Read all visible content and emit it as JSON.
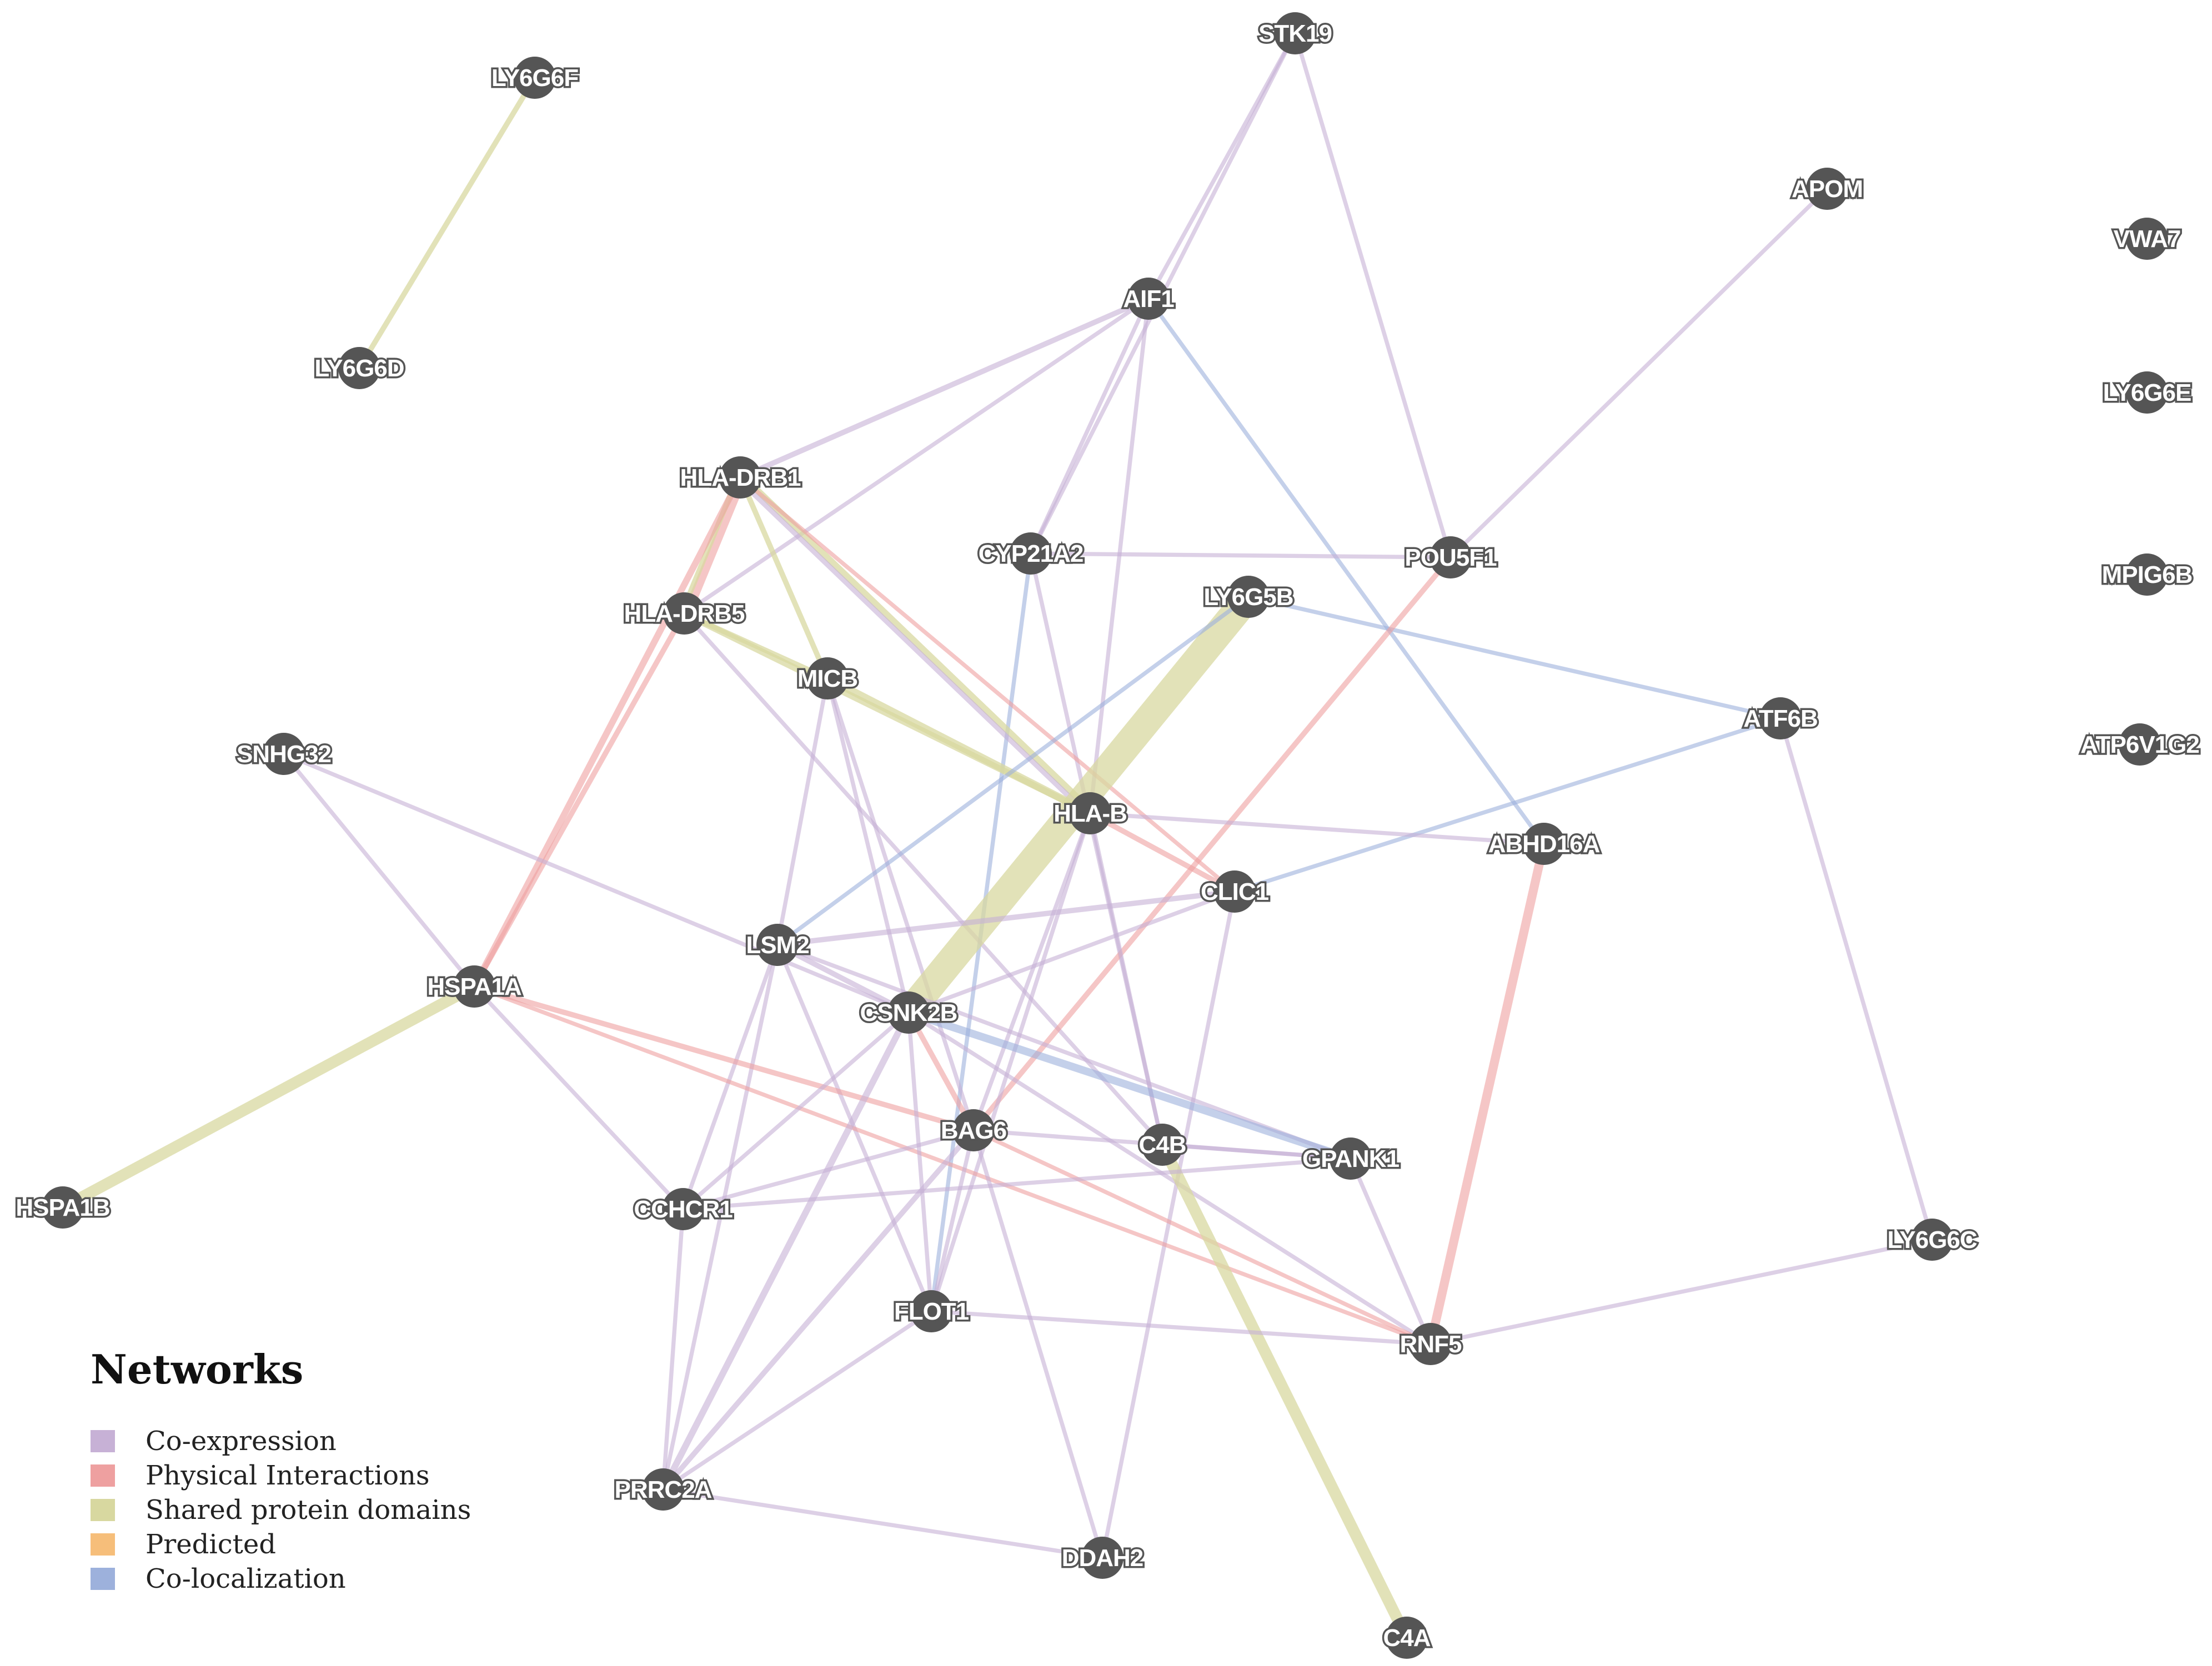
{
  "legend": {
    "title": "Networks",
    "items": [
      {
        "key": "coexp",
        "label": "Co-expression",
        "color": "#c7b1d6"
      },
      {
        "key": "physical",
        "label": "Physical Interactions",
        "color": "#eea0a0"
      },
      {
        "key": "shared",
        "label": "Shared protein domains",
        "color": "#d8d8a0"
      },
      {
        "key": "predicted",
        "label": "Predicted",
        "color": "#f6be7a"
      },
      {
        "key": "coloc",
        "label": "Co-localization",
        "color": "#9db1dc"
      }
    ]
  },
  "node_color": "#555555",
  "nodes": [
    {
      "id": "LY6G6F",
      "label": "LY6G6F"
    },
    {
      "id": "LY6G6D",
      "label": "LY6G6D"
    },
    {
      "id": "STK19",
      "label": "STK19"
    },
    {
      "id": "APOM",
      "label": "APOM"
    },
    {
      "id": "VWA7",
      "label": "VWA7"
    },
    {
      "id": "AIF1",
      "label": "AIF1"
    },
    {
      "id": "LY6G6E",
      "label": "LY6G6E"
    },
    {
      "id": "HLA-DRB1",
      "label": "HLA-DRB1"
    },
    {
      "id": "CYP21A2",
      "label": "CYP21A2"
    },
    {
      "id": "POU5F1",
      "label": "POU5F1"
    },
    {
      "id": "MPIG6B",
      "label": "MPIG6B"
    },
    {
      "id": "LY6G5B",
      "label": "LY6G5B"
    },
    {
      "id": "HLA-DRB5",
      "label": "HLA-DRB5"
    },
    {
      "id": "MICB",
      "label": "MICB"
    },
    {
      "id": "ATF6B",
      "label": "ATF6B"
    },
    {
      "id": "ATP6V1G2",
      "label": "ATP6V1G2"
    },
    {
      "id": "SNHG32",
      "label": "SNHG32"
    },
    {
      "id": "HLA-B",
      "label": "HLA-B"
    },
    {
      "id": "ABHD16A",
      "label": "ABHD16A"
    },
    {
      "id": "CLIC1",
      "label": "CLIC1"
    },
    {
      "id": "LSM2",
      "label": "LSM2"
    },
    {
      "id": "HSPA1A",
      "label": "HSPA1A"
    },
    {
      "id": "CSNK2B",
      "label": "CSNK2B"
    },
    {
      "id": "BAG6",
      "label": "BAG6"
    },
    {
      "id": "C4B",
      "label": "C4B"
    },
    {
      "id": "GPANK1",
      "label": "GPANK1"
    },
    {
      "id": "HSPA1B",
      "label": "HSPA1B"
    },
    {
      "id": "CCHCR1",
      "label": "CCHCR1"
    },
    {
      "id": "LY6G6C",
      "label": "LY6G6C"
    },
    {
      "id": "FLOT1",
      "label": "FLOT1"
    },
    {
      "id": "RNF5",
      "label": "RNF5"
    },
    {
      "id": "PRRC2A",
      "label": "PRRC2A"
    },
    {
      "id": "DDAH2",
      "label": "DDAH2"
    },
    {
      "id": "C4A",
      "label": "C4A"
    }
  ],
  "edges": [
    {
      "source": "LY6G6F",
      "target": "LY6G6D",
      "type": "shared",
      "weight": 3
    },
    {
      "source": "STK19",
      "target": "AIF1",
      "type": "coexp",
      "weight": 2
    },
    {
      "source": "STK19",
      "target": "CYP21A2",
      "type": "coexp",
      "weight": 2
    },
    {
      "source": "STK19",
      "target": "POU5F1",
      "type": "coexp",
      "weight": 2
    },
    {
      "source": "AIF1",
      "target": "HLA-DRB1",
      "type": "coexp",
      "weight": 3
    },
    {
      "source": "AIF1",
      "target": "HLA-DRB5",
      "type": "coexp",
      "weight": 2
    },
    {
      "source": "AIF1",
      "target": "CYP21A2",
      "type": "coexp",
      "weight": 2
    },
    {
      "source": "AIF1",
      "target": "HLA-B",
      "type": "coexp",
      "weight": 2
    },
    {
      "source": "AIF1",
      "target": "ABHD16A",
      "type": "coloc",
      "weight": 2
    },
    {
      "source": "APOM",
      "target": "POU5F1",
      "type": "coexp",
      "weight": 2
    },
    {
      "source": "CYP21A2",
      "target": "POU5F1",
      "type": "coexp",
      "weight": 2
    },
    {
      "source": "CYP21A2",
      "target": "FLOT1",
      "type": "coloc",
      "weight": 2
    },
    {
      "source": "CYP21A2",
      "target": "C4B",
      "type": "coexp",
      "weight": 2
    },
    {
      "source": "HLA-DRB1",
      "target": "HLA-DRB5",
      "type": "physical",
      "weight": 6
    },
    {
      "source": "HLA-DRB1",
      "target": "HLA-DRB5",
      "type": "shared",
      "weight": 3
    },
    {
      "source": "HLA-DRB1",
      "target": "MICB",
      "type": "shared",
      "weight": 3
    },
    {
      "source": "HLA-DRB1",
      "target": "HLA-B",
      "type": "shared",
      "weight": 4
    },
    {
      "source": "HLA-DRB1",
      "target": "HLA-B",
      "type": "coexp",
      "weight": 3
    },
    {
      "source": "HLA-DRB1",
      "target": "HSPA1A",
      "type": "physical",
      "weight": 4
    },
    {
      "source": "HLA-DRB1",
      "target": "CLIC1",
      "type": "physical",
      "weight": 2
    },
    {
      "source": "HLA-DRB5",
      "target": "HLA-B",
      "type": "shared",
      "weight": 4
    },
    {
      "source": "HLA-DRB5",
      "target": "MICB",
      "type": "shared",
      "weight": 3
    },
    {
      "source": "HLA-DRB5",
      "target": "HSPA1A",
      "type": "physical",
      "weight": 3
    },
    {
      "source": "HLA-DRB5",
      "target": "C4B",
      "type": "coexp",
      "weight": 2
    },
    {
      "source": "MICB",
      "target": "HLA-B",
      "type": "shared",
      "weight": 5
    },
    {
      "source": "MICB",
      "target": "LSM2",
      "type": "coexp",
      "weight": 2
    },
    {
      "source": "MICB",
      "target": "CSNK2B",
      "type": "coexp",
      "weight": 2
    },
    {
      "source": "MICB",
      "target": "BAG6",
      "type": "coexp",
      "weight": 2
    },
    {
      "source": "LY6G5B",
      "target": "CSNK2B",
      "type": "shared",
      "weight": 22
    },
    {
      "source": "LY6G5B",
      "target": "LSM2",
      "type": "coloc",
      "weight": 2
    },
    {
      "source": "LY6G5B",
      "target": "ATF6B",
      "type": "coloc",
      "weight": 2
    },
    {
      "source": "POU5F1",
      "target": "BAG6",
      "type": "physical",
      "weight": 3
    },
    {
      "source": "ATF6B",
      "target": "CLIC1",
      "type": "coloc",
      "weight": 2
    },
    {
      "source": "ATF6B",
      "target": "LY6G6C",
      "type": "coexp",
      "weight": 2
    },
    {
      "source": "SNHG32",
      "target": "HSPA1A",
      "type": "coexp",
      "weight": 2
    },
    {
      "source": "SNHG32",
      "target": "CSNK2B",
      "type": "coexp",
      "weight": 2
    },
    {
      "source": "HLA-B",
      "target": "ABHD16A",
      "type": "coexp",
      "weight": 2
    },
    {
      "source": "HLA-B",
      "target": "CLIC1",
      "type": "physical",
      "weight": 3
    },
    {
      "source": "HLA-B",
      "target": "C4B",
      "type": "coexp",
      "weight": 2
    },
    {
      "source": "HLA-B",
      "target": "BAG6",
      "type": "coexp",
      "weight": 2
    },
    {
      "source": "HLA-B",
      "target": "FLOT1",
      "type": "coexp",
      "weight": 2
    },
    {
      "source": "ABHD16A",
      "target": "RNF5",
      "type": "physical",
      "weight": 6
    },
    {
      "source": "CLIC1",
      "target": "LSM2",
      "type": "coexp",
      "weight": 3
    },
    {
      "source": "CLIC1",
      "target": "CSNK2B",
      "type": "coexp",
      "weight": 2
    },
    {
      "source": "CLIC1",
      "target": "DDAH2",
      "type": "coexp",
      "weight": 2
    },
    {
      "source": "LSM2",
      "target": "CSNK2B",
      "type": "coexp",
      "weight": 3
    },
    {
      "source": "LSM2",
      "target": "CCHCR1",
      "type": "coexp",
      "weight": 2
    },
    {
      "source": "LSM2",
      "target": "PRRC2A",
      "type": "coexp",
      "weight": 2
    },
    {
      "source": "LSM2",
      "target": "FLOT1",
      "type": "coexp",
      "weight": 2
    },
    {
      "source": "LSM2",
      "target": "GPANK1",
      "type": "coexp",
      "weight": 2
    },
    {
      "source": "HSPA1A",
      "target": "HSPA1B",
      "type": "shared",
      "weight": 8
    },
    {
      "source": "HSPA1A",
      "target": "BAG6",
      "type": "physical",
      "weight": 3
    },
    {
      "source": "HSPA1A",
      "target": "CCHCR1",
      "type": "coexp",
      "weight": 2
    },
    {
      "source": "HSPA1A",
      "target": "RNF5",
      "type": "physical",
      "weight": 2
    },
    {
      "source": "CSNK2B",
      "target": "BAG6",
      "type": "physical",
      "weight": 3
    },
    {
      "source": "CSNK2B",
      "target": "GPANK1",
      "type": "coloc",
      "weight": 5
    },
    {
      "source": "CSNK2B",
      "target": "CCHCR1",
      "type": "coexp",
      "weight": 2
    },
    {
      "source": "CSNK2B",
      "target": "PRRC2A",
      "type": "coexp",
      "weight": 4
    },
    {
      "source": "CSNK2B",
      "target": "FLOT1",
      "type": "coexp",
      "weight": 2
    },
    {
      "source": "CSNK2B",
      "target": "RNF5",
      "type": "coexp",
      "weight": 2
    },
    {
      "source": "BAG6",
      "target": "GPANK1",
      "type": "coexp",
      "weight": 2
    },
    {
      "source": "BAG6",
      "target": "CCHCR1",
      "type": "coexp",
      "weight": 2
    },
    {
      "source": "BAG6",
      "target": "PRRC2A",
      "type": "coexp",
      "weight": 3
    },
    {
      "source": "BAG6",
      "target": "FLOT1",
      "type": "coexp",
      "weight": 2
    },
    {
      "source": "BAG6",
      "target": "RNF5",
      "type": "physical",
      "weight": 2
    },
    {
      "source": "BAG6",
      "target": "DDAH2",
      "type": "coexp",
      "weight": 2
    },
    {
      "source": "C4B",
      "target": "C4A",
      "type": "shared",
      "weight": 8
    },
    {
      "source": "C4B",
      "target": "GPANK1",
      "type": "coexp",
      "weight": 2
    },
    {
      "source": "GPANK1",
      "target": "RNF5",
      "type": "coexp",
      "weight": 2
    },
    {
      "source": "CCHCR1",
      "target": "GPANK1",
      "type": "coexp",
      "weight": 2
    },
    {
      "source": "CCHCR1",
      "target": "PRRC2A",
      "type": "coexp",
      "weight": 2
    },
    {
      "source": "FLOT1",
      "target": "RNF5",
      "type": "coexp",
      "weight": 2
    },
    {
      "source": "FLOT1",
      "target": "PRRC2A",
      "type": "coexp",
      "weight": 2
    },
    {
      "source": "RNF5",
      "target": "LY6G6C",
      "type": "coexp",
      "weight": 2
    },
    {
      "source": "PRRC2A",
      "target": "DDAH2",
      "type": "coexp",
      "weight": 2
    }
  ]
}
